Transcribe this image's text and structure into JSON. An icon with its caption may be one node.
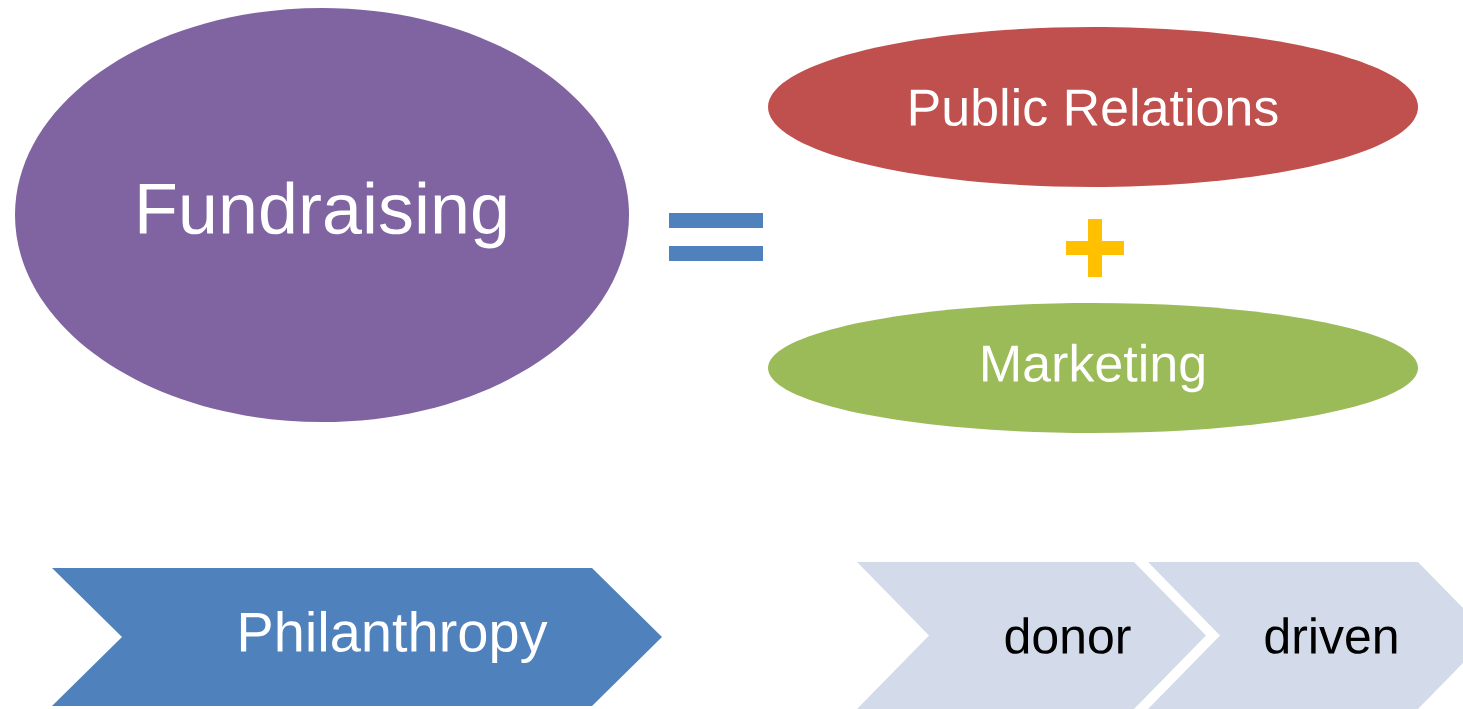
{
  "diagram": {
    "nodes": [
      {
        "text": [
          "Fundraising"
        ]
      },
      {
        "text": [
          "Public Relations"
        ]
      },
      {
        "text": [
          "Marketing"
        ]
      },
      {
        "text": [
          "Philanthropy"
        ]
      },
      {
        "text": [
          "donor"
        ]
      },
      {
        "text": [
          "driven"
        ]
      }
    ]
  }
}
